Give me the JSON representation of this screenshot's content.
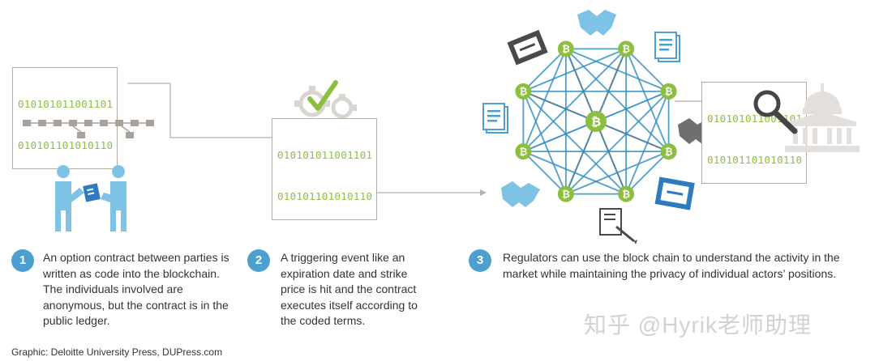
{
  "code_boxes": {
    "left": [
      "010101011001101",
      "010101101010110"
    ],
    "middle": [
      "010101011001101",
      "010101101010110"
    ],
    "right": [
      "010101011001101",
      "010101101010110"
    ]
  },
  "steps": [
    {
      "number": "1",
      "text": "An option contract between parties is written as code into the blockchain. The individuals involved are anonymous, but the contract is in the public ledger."
    },
    {
      "number": "2",
      "text": "A triggering event like an expiration date and strike price is hit and the contract executes itself according to the coded terms."
    },
    {
      "number": "3",
      "text": "Regulators can use the block chain to understand the activity in the market while maintaining the privacy of individual actors’ positions."
    }
  ],
  "network": {
    "node_symbol": "₿"
  },
  "footer": "Graphic: Deloitte University Press, DUPress.com",
  "watermark": "知乎 @Hyrik老师助理",
  "colors": {
    "accent_blue": "#4d9fcf",
    "network_green": "#8cbf3f",
    "line_blue": "#2f8fc4",
    "line_gray": "#6b6b6b",
    "icon_gray": "#8f8a85"
  }
}
